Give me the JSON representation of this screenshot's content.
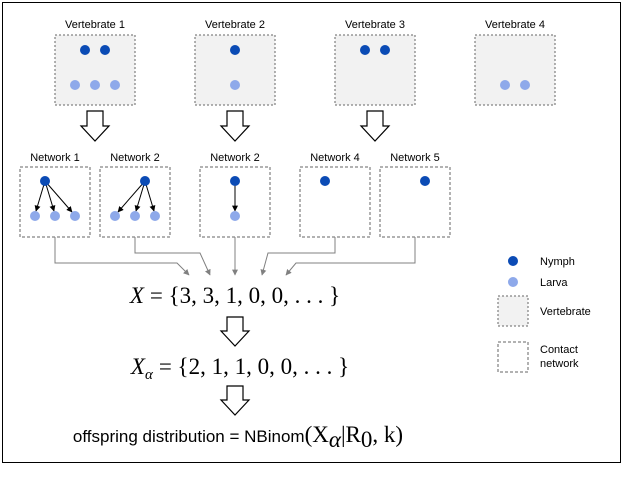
{
  "vertebrates": [
    {
      "label": "Vertebrate 1",
      "nymphs": 2,
      "larvae": 3
    },
    {
      "label": "Vertebrate 2",
      "nymphs": 1,
      "larvae": 1
    },
    {
      "label": "Vertebrate 3",
      "nymphs": 2,
      "larvae": 0
    },
    {
      "label": "Vertebrate 4",
      "nymphs": 0,
      "larvae": 2
    }
  ],
  "networks": [
    {
      "label": "Network 1",
      "offspring": 3
    },
    {
      "label": "Network 2",
      "offspring": 3
    },
    {
      "label": "Network 2",
      "offspring": 1
    },
    {
      "label": "Network 4",
      "offspring": 0
    },
    {
      "label": "Network 5",
      "offspring": 0
    }
  ],
  "equations": {
    "x_lhs": "X",
    "x_rhs": "= {3, 3, 1, 0, 0, . . . }",
    "xa_lhs": "X",
    "xa_sub": "α",
    "xa_rhs": "= {2, 1, 1, 0, 0, . . . }",
    "offspring_text": "offspring distribution = NBinom",
    "offspring_math_open": "(X",
    "offspring_math_sub": "α",
    "offspring_math_mid": "|R",
    "offspring_math_sub2": "0",
    "offspring_math_close": ", k)"
  },
  "legend": {
    "nymph": "Nymph",
    "larva": "Larva",
    "vertebrate": "Vertebrate",
    "contact_line1": "Contact",
    "contact_line2": "network"
  },
  "colors": {
    "nymph": "#0b4bb5",
    "larva": "#8ea9ea",
    "box_fill": "#f2f2f2",
    "box_stroke": "#666666",
    "connector": "#808080"
  }
}
